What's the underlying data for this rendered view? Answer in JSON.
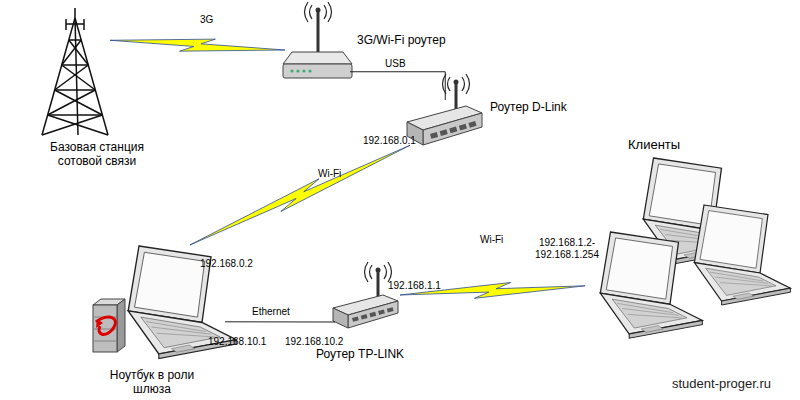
{
  "diagram": {
    "nodes": [
      {
        "text": [
          "Базовая станция сотовой связи"
        ]
      },
      {
        "text": [
          "3G/Wi-Fi роутер"
        ]
      },
      {
        "text": [
          "Роутер D-Link"
        ]
      },
      {
        "text": [
          "Клиенты"
        ]
      },
      {
        "text": [
          "Ноутбук в роли шлюза"
        ]
      },
      {
        "text": [
          "Роутер TP-LINK"
        ]
      }
    ],
    "edges": [
      {
        "from": 0,
        "to": 1,
        "label": "3G",
        "arrow": "none"
      },
      {
        "from": 1,
        "to": 2,
        "label": "USB",
        "arrow": "none"
      },
      {
        "from": 2,
        "to": 4,
        "label": "Wi-Fi",
        "arrow": "none"
      },
      {
        "from": 4,
        "to": 5,
        "label": "Ethernet",
        "arrow": "none"
      },
      {
        "from": 5,
        "to": 3,
        "label": "Wi-Fi",
        "arrow": "none"
      }
    ],
    "labels": [
      "192.168.0.1",
      "192.168.0.2",
      "192.168.10.1",
      "192.168.10.2",
      "192.168.1.1",
      "192.168.1.2- 192.168.1.254",
      "student-proger.ru"
    ]
  }
}
